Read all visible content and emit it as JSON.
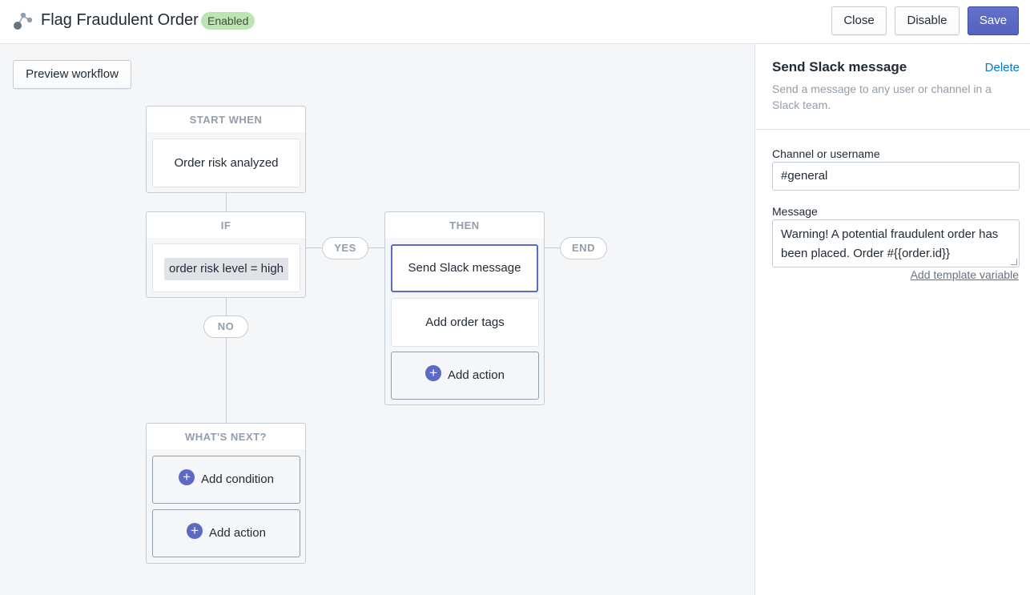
{
  "header": {
    "title": "Flag Fraudulent Order",
    "status_badge": "Enabled",
    "close_label": "Close",
    "disable_label": "Disable",
    "save_label": "Save"
  },
  "canvas": {
    "preview_label": "Preview workflow",
    "start": {
      "heading": "START WHEN",
      "trigger": "Order risk analyzed"
    },
    "condition": {
      "heading": "IF",
      "field": "order risk level",
      "operator": "=",
      "value": "high"
    },
    "yes_label": "YES",
    "no_label": "NO",
    "end_label": "END",
    "then": {
      "heading": "THEN",
      "actions": [
        "Send Slack message",
        "Add order tags"
      ],
      "add_action_label": "Add action"
    },
    "whats_next": {
      "heading": "WHAT'S NEXT?",
      "add_condition_label": "Add condition",
      "add_action_label": "Add action"
    }
  },
  "panel": {
    "title": "Send Slack message",
    "delete_label": "Delete",
    "description": "Send a message to any user or channel in a Slack team.",
    "channel_label": "Channel or username",
    "channel_value": "#general",
    "message_label": "Message",
    "message_value": "Warning! A potential fraudulent order has been placed. Order #{{order.id}}",
    "add_variable_label": "Add template variable"
  },
  "colors": {
    "accent": "#5c6ac4",
    "badge_bg": "#bbe5b3",
    "link": "#007ace"
  }
}
